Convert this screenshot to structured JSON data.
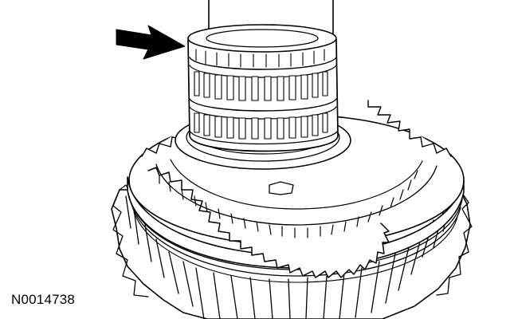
{
  "figure": {
    "id_label": "N0014738"
  },
  "drawing": {
    "subject": "needle-bearing-on-shaft-above-synchronizer-and-gear",
    "line_color": "#000000",
    "background_color": "#ffffff",
    "callout": "arrow-pointing-at-needle-bearing"
  }
}
